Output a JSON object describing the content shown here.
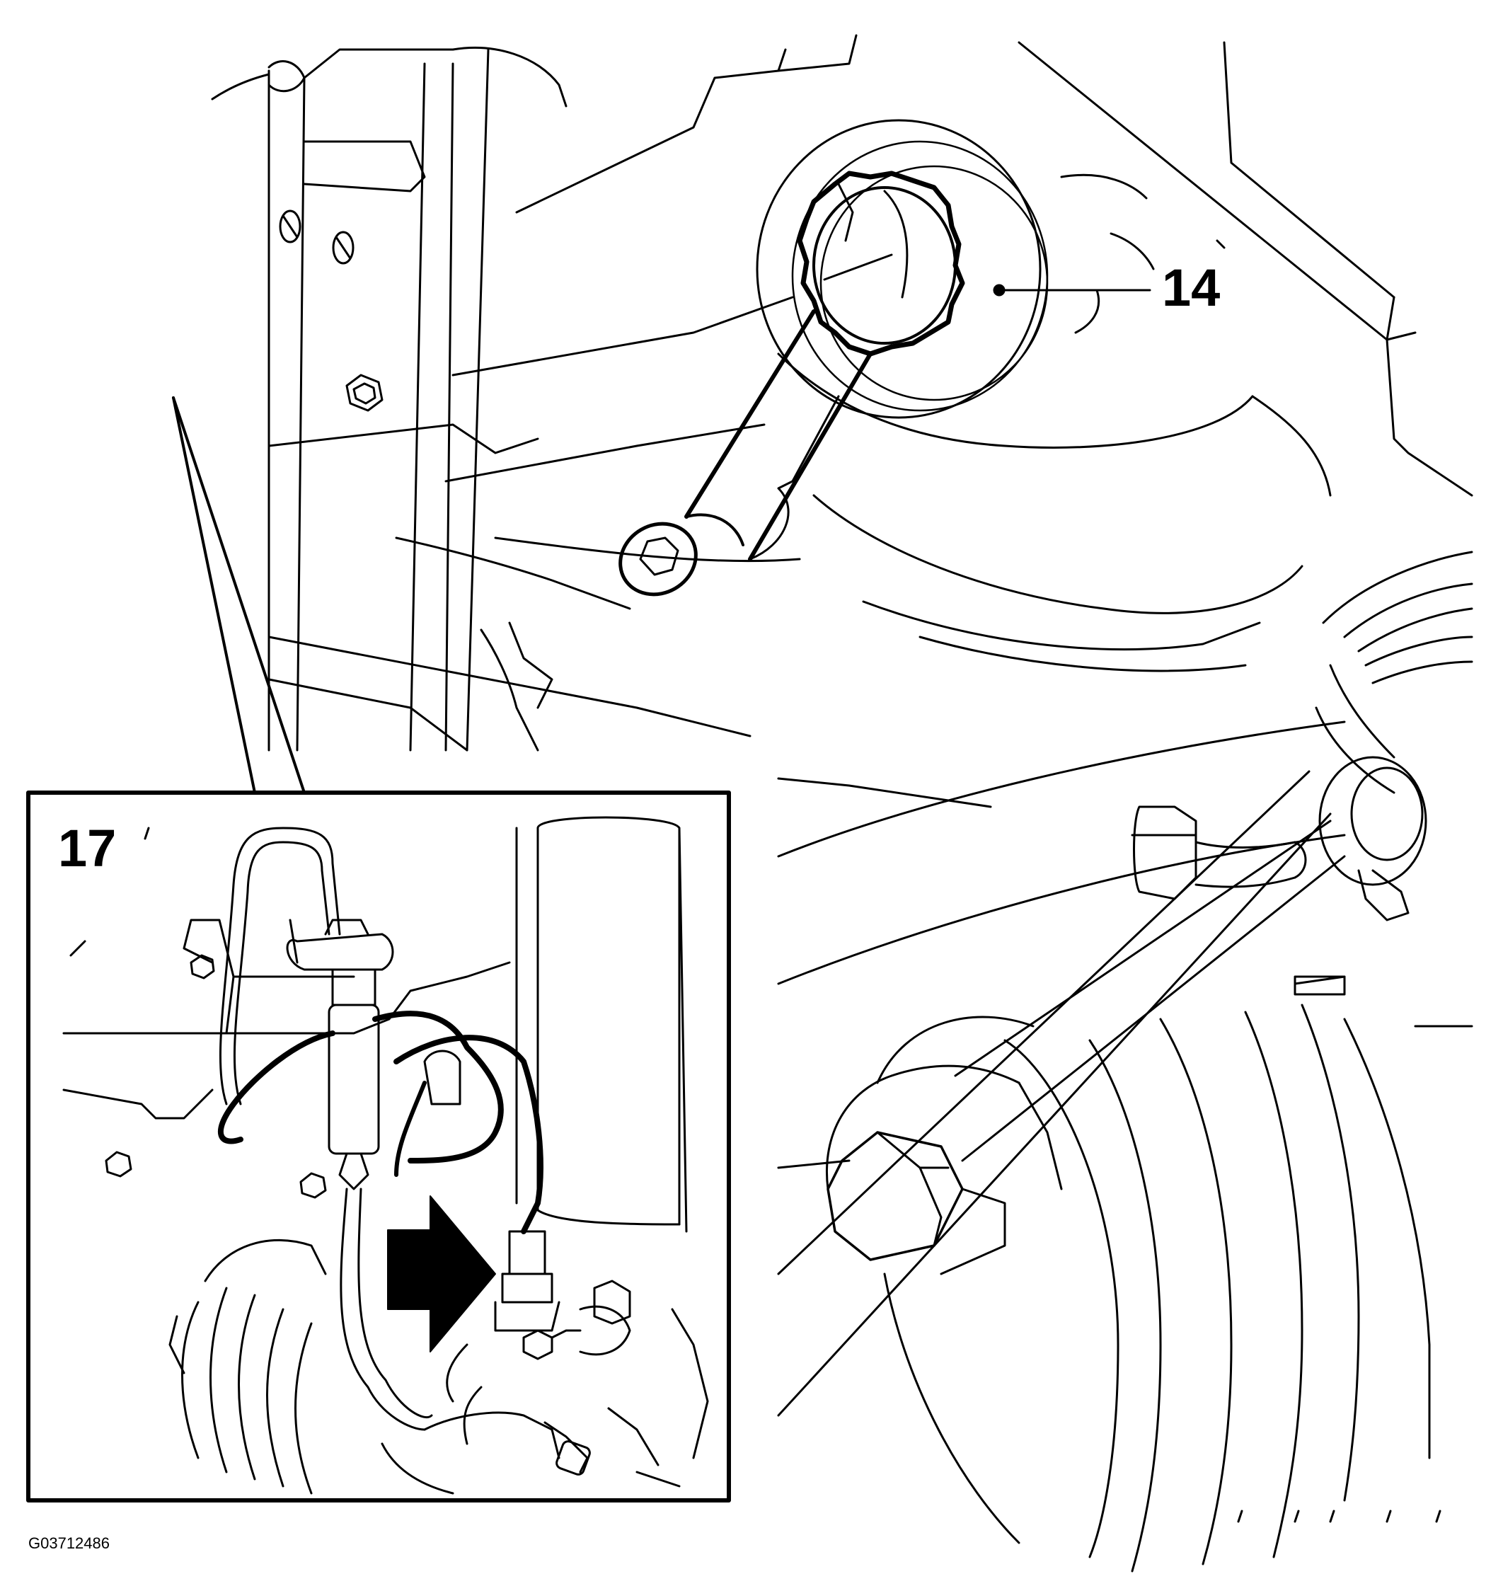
{
  "diagram": {
    "callouts": [
      {
        "id": "14",
        "label": "14"
      },
      {
        "id": "17",
        "label": "17"
      }
    ],
    "figure_code": "G03712486"
  },
  "colors": {
    "ink": "#000000",
    "paper": "#ffffff"
  },
  "icons": [
    "direction-arrow-icon",
    "hex-bolt-icon",
    "spanner-wrench-icon"
  ]
}
